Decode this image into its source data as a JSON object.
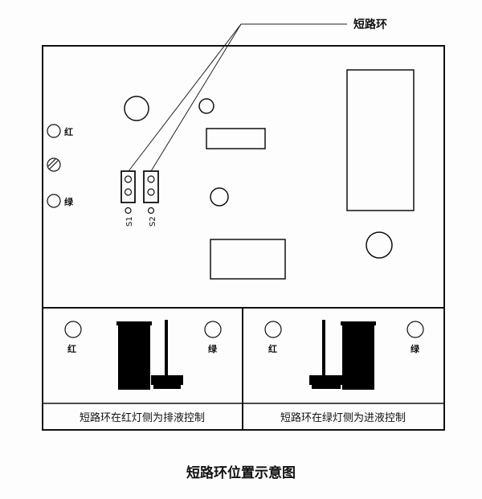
{
  "callout_label": "短路环",
  "panel": {
    "led_red": "红",
    "led_green": "绿",
    "jumper1": "S1",
    "jumper2": "S2"
  },
  "bottom_left": {
    "led_red": "红",
    "led_green": "绿",
    "caption": "短路环在红灯侧为排液控制"
  },
  "bottom_right": {
    "led_red": "红",
    "led_green": "绿",
    "caption": "短路环在绿灯侧为进液控制"
  },
  "figure_title": "短路环位置示意图"
}
